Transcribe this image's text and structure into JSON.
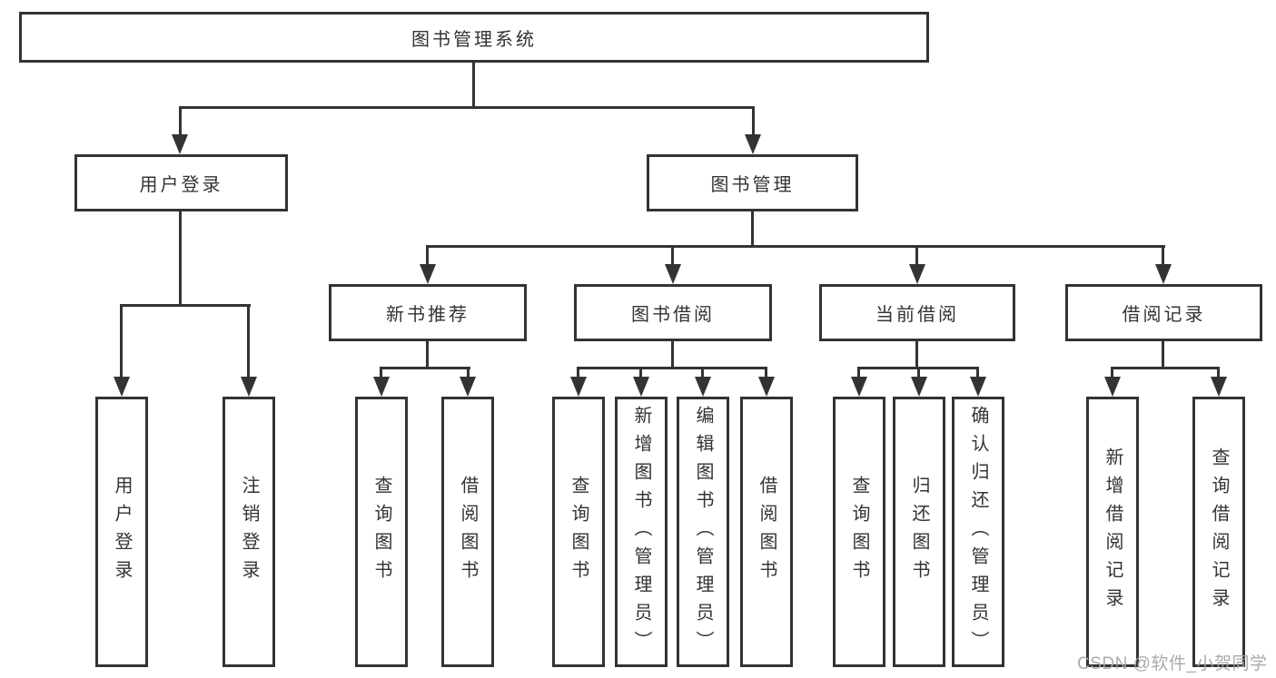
{
  "diagram_title": "图书管理系统",
  "tree": {
    "label": "图书管理系统",
    "children": [
      {
        "label": "用户登录",
        "children": [
          {
            "label": "用户登录"
          },
          {
            "label": "注销登录"
          }
        ]
      },
      {
        "label": "图书管理",
        "children": [
          {
            "label": "新书推荐",
            "children": [
              {
                "label": "查询图书"
              },
              {
                "label": "借阅图书"
              }
            ]
          },
          {
            "label": "图书借阅",
            "children": [
              {
                "label": "查询图书"
              },
              {
                "label": "新增图书（管理员）"
              },
              {
                "label": "编辑图书（管理员）"
              },
              {
                "label": "借阅图书"
              }
            ]
          },
          {
            "label": "当前借阅",
            "children": [
              {
                "label": "查询图书"
              },
              {
                "label": "归还图书"
              },
              {
                "label": "确认归还（管理员）"
              }
            ]
          },
          {
            "label": "借阅记录",
            "children": [
              {
                "label": "新增借阅记录"
              },
              {
                "label": "查询借阅记录"
              }
            ]
          }
        ]
      }
    ]
  },
  "watermark": {
    "text": "CSDN @软件_小贺同学"
  },
  "colors": {
    "line": "#333333",
    "box_background": "#ffffff",
    "text": "#333333",
    "watermark": "#a3a3a3",
    "page_background": "#ffffff"
  }
}
